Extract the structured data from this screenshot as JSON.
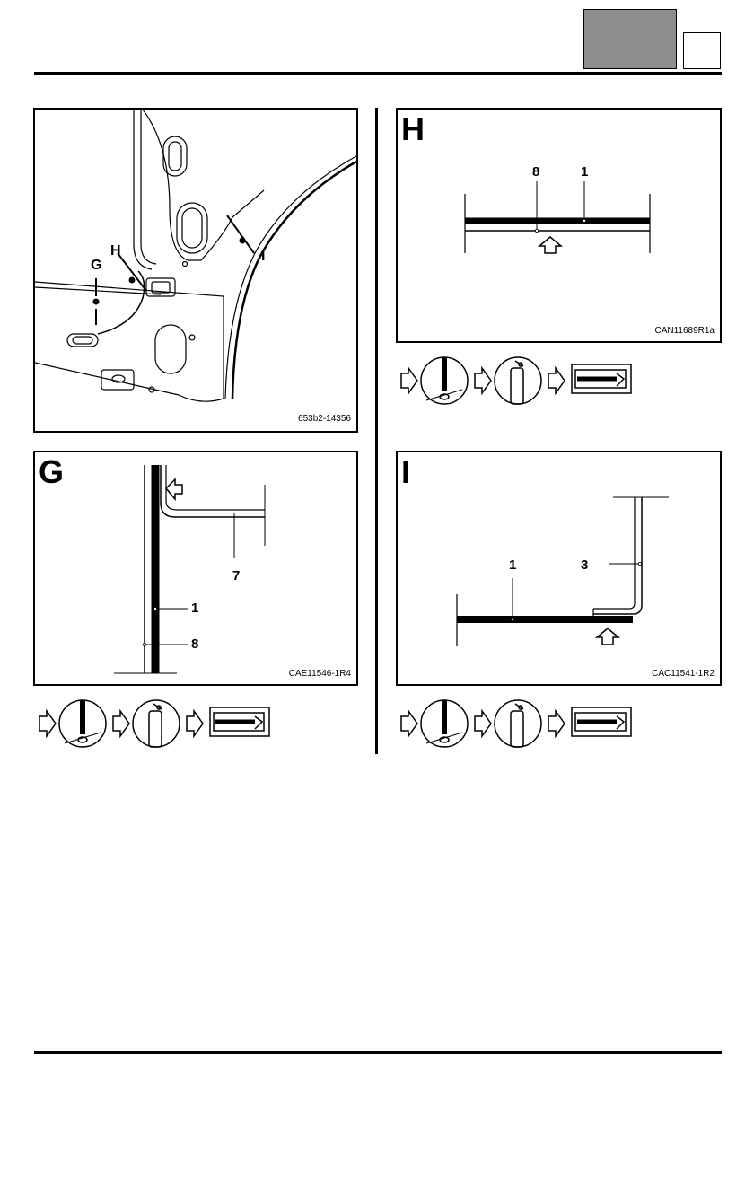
{
  "header": {
    "tab_color": "#8e8e8e"
  },
  "overview": {
    "ref_code": "653b2-14356",
    "points": [
      "G",
      "H",
      "I"
    ]
  },
  "section_h": {
    "letter": "H",
    "ref_code": "CAN11689R1a",
    "callouts": [
      "8",
      "1"
    ]
  },
  "section_g": {
    "letter": "G",
    "ref_code": "CAE11546-1R4",
    "callouts": [
      "7",
      "1",
      "8"
    ]
  },
  "section_i": {
    "letter": "I",
    "ref_code": "CAC11541-1R2",
    "callouts": [
      "1",
      "3"
    ]
  },
  "procedure_icons": [
    "drill-icon",
    "sealant-spray-icon",
    "weld-seam-icon"
  ]
}
